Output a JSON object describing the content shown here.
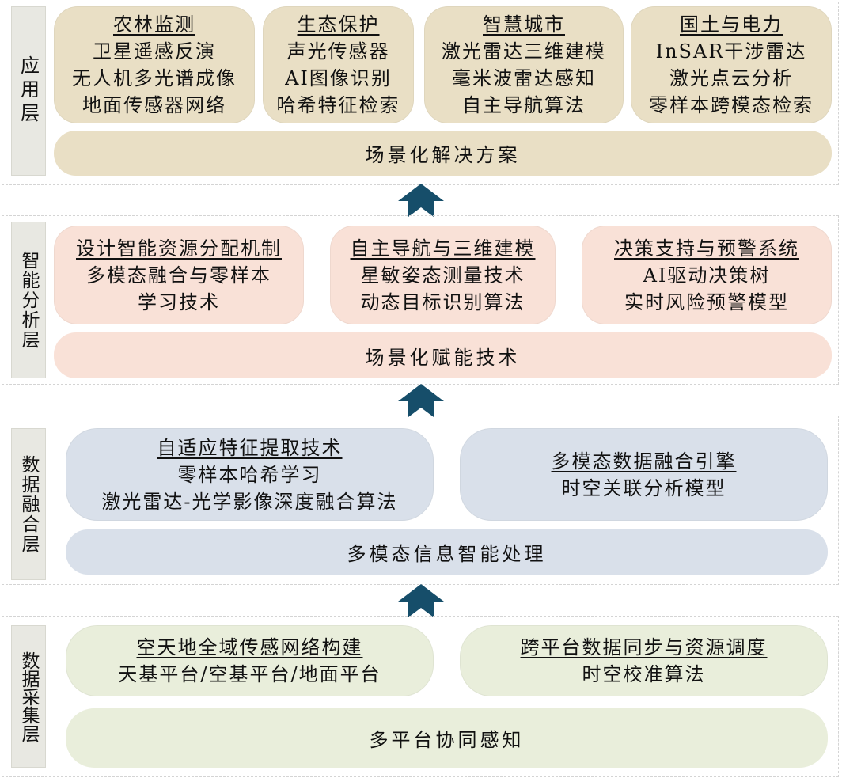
{
  "colors": {
    "application": "#e9dfc5",
    "analysis": "#f9e1d7",
    "fusion": "#d9e0ea",
    "collection": "#e9eedb",
    "arrow": "#164e6a",
    "label_bg": "#e8e8e2"
  },
  "layers": [
    {
      "label": "应用层",
      "cards": [
        {
          "title": "农林监测",
          "lines": [
            "卫星遥感反演",
            "无人机多光谱成像",
            "地面传感器网络"
          ]
        },
        {
          "title": "生态保护",
          "lines": [
            "声光传感器",
            "AI图像识别",
            "哈希特征检索"
          ]
        },
        {
          "title": "智慧城市",
          "lines": [
            "激光雷达三维建模",
            "毫米波雷达感知",
            "自主导航算法"
          ]
        },
        {
          "title": "国土与电力",
          "lines": [
            "InSAR干涉雷达",
            "激光点云分析",
            "零样本跨模态检索"
          ]
        }
      ],
      "bar": "场景化解决方案"
    },
    {
      "label": "智能分析层",
      "cards": [
        {
          "title": "设计智能资源分配机制",
          "lines": [
            "多模态融合与零样本",
            "学习技术"
          ]
        },
        {
          "title": "自主导航与三维建模",
          "lines": [
            "星敏姿态测量技术",
            "动态目标识别算法"
          ]
        },
        {
          "title": "决策支持与预警系统",
          "lines": [
            "AI驱动决策树",
            "实时风险预警模型"
          ]
        }
      ],
      "bar": "场景化赋能技术"
    },
    {
      "label": "数据融合层",
      "cards": [
        {
          "title": "自适应特征提取技术",
          "lines": [
            "零样本哈希学习",
            "激光雷达-光学影像深度融合算法"
          ]
        },
        {
          "title": "多模态数据融合引擎",
          "lines": [
            "时空关联分析模型"
          ]
        }
      ],
      "bar": "多模态信息智能处理"
    },
    {
      "label": "数据采集层",
      "cards": [
        {
          "title": "空天地全域传感网络构建",
          "lines": [
            "天基平台/空基平台/地面平台"
          ]
        },
        {
          "title": "跨平台数据同步与资源调度",
          "lines": [
            "时空校准算法"
          ]
        }
      ],
      "bar": "多平台协同感知"
    }
  ]
}
